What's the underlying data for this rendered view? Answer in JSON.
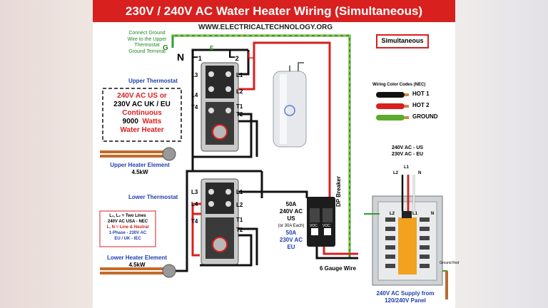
{
  "title": "230V / 240V AC Water Heater Wiring (Simultaneous)",
  "website": "WWW.ELECTRICALTECHNOLOGY.ORG",
  "mode_badge": "Simultaneous",
  "ground_note": [
    "Connect Ground",
    "Wire to the Upper",
    "Thermostat",
    "Ground Terminal"
  ],
  "top_labels": {
    "g": "G",
    "e": "E",
    "n": "N",
    "l1": "L",
    "l1_sub": "1",
    "l2": "L",
    "l2_sub": "2",
    "l": "L"
  },
  "upper_thermostat": {
    "label": "Upper Thermostat",
    "left_terms": [
      "L3",
      "L4",
      "T4"
    ],
    "right_terms": [
      "L1",
      "L2",
      "T1",
      "T2"
    ]
  },
  "lower_thermostat": {
    "label": "Lower Thermostat",
    "left_terms": [
      "L3",
      "L4",
      "T4"
    ],
    "right_terms": [
      "L1",
      "L2",
      "T1",
      "T2"
    ]
  },
  "upper_element": {
    "label": "Upper Heater Element",
    "power": "4.5kW"
  },
  "lower_element": {
    "label": "Lower Heater Element",
    "power": "4.5kW"
  },
  "spec_box": {
    "line1": "240V AC US or",
    "line2": "230V AC UK / EU",
    "line3": "Continuous",
    "line4_num": "9000",
    "line4_unit": "Watts",
    "line5": "Water Heater"
  },
  "legend_box": {
    "line1": "L₁, L₂ = Two Lines",
    "line2": "240V AC  USA - NEC",
    "line3": "L, N = Line & Neutral",
    "line4": "1-Phase - 230V AC",
    "line5": "EU / UK - IEC"
  },
  "color_codes": {
    "title": "Wiring Color Codes (NEC)",
    "items": [
      {
        "label": "HOT 1",
        "color": "#111111"
      },
      {
        "label": "HOT 2",
        "color": "#d8201f"
      },
      {
        "label": "GROUND",
        "color": "#5cab2c"
      }
    ]
  },
  "breaker": {
    "label": "DP Breaker",
    "us_line1": "50A",
    "us_line2": "240V AC",
    "us_line3": "US",
    "us_line4": "(or 30A Each)",
    "eu_line1": "50A",
    "eu_line2": "230V AC",
    "eu_line3": "EU",
    "switch_label": "VOC"
  },
  "supply": {
    "us": "240V AC - US",
    "eu": "230V AC - EU",
    "l1": "L1",
    "l2": "L2",
    "n": "N",
    "panel_l1": "L1",
    "panel_l2": "L2",
    "panel_n": "N",
    "caption1": "240V AC Supply from",
    "caption2": "120/240V Panel"
  },
  "gauge_label": "6 Gauge Wire",
  "ground_rod": "Ground Rod",
  "colors": {
    "hot1": "#111111",
    "hot2": "#d8201f",
    "ground": "#5cab2c",
    "title_bg": "#d8201f",
    "accent_blue": "#1f3fae"
  }
}
